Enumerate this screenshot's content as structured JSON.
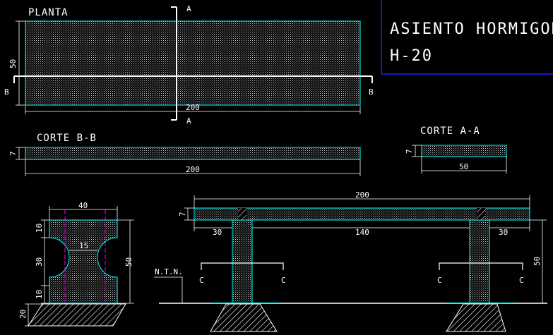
{
  "title_block": {
    "line1": "ASIENTO HORMIGON",
    "line2": "H-20"
  },
  "planta": {
    "label": "PLANTA",
    "dim_length": "200",
    "dim_width": "50",
    "section_a": "A",
    "section_b": "B"
  },
  "corte_bb": {
    "label": "CORTE B-B",
    "dim_thickness": "7",
    "dim_length": "200"
  },
  "corte_aa": {
    "label": "CORTE A-A",
    "dim_thickness": "7",
    "dim_width": "50"
  },
  "leg_detail": {
    "dim_top_width": "40",
    "dim_neck": "15",
    "dim_top": "10",
    "dim_mid": "30",
    "dim_bot": "10",
    "dim_height": "50",
    "dim_foot": "20"
  },
  "elevation": {
    "dim_total": "200",
    "dim_thickness": "7",
    "dim_left": "30",
    "dim_center": "140",
    "dim_right": "30",
    "dim_height": "50",
    "ground_label": "N.T.N.",
    "section_c": "C"
  },
  "colors": {
    "background": "#000000",
    "outline": "#00ffff",
    "text": "#ffffff",
    "hidden_line": "#ff00ff",
    "title_frame": "#0000ff"
  }
}
